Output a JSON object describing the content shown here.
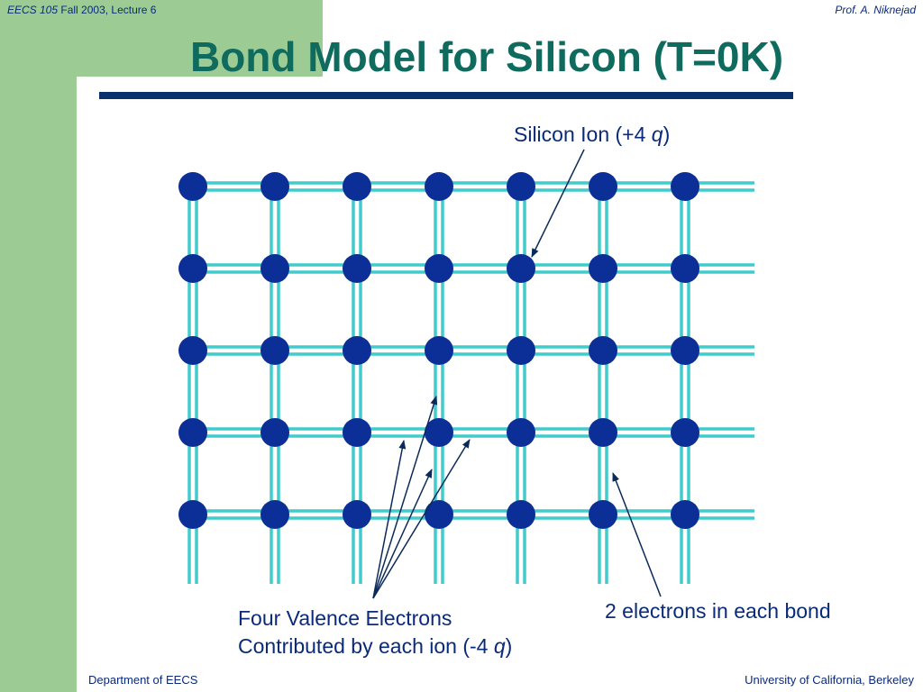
{
  "header": {
    "course_italic": "EECS 105",
    "course_rest": " Fall 2003, Lecture 6",
    "author": "Prof. A. Niknejad"
  },
  "title": "Bond Model for Silicon (T=0K)",
  "labels": {
    "silicon_ion_prefix": "Silicon Ion (+4 ",
    "silicon_ion_q": "q",
    "silicon_ion_suffix": ")",
    "valence_line1": "Four Valence Electrons",
    "valence_line2_prefix": "Contributed by each ion (-4 ",
    "valence_line2_q": "q",
    "valence_line2_suffix": ")",
    "bond_electrons": "2 electrons in each bond"
  },
  "footer": {
    "left": "Department of EECS",
    "right": "University of California, Berkeley"
  },
  "lattice": {
    "rows": 5,
    "columns": 7
  },
  "colors": {
    "ion": "#0b2f96",
    "bond": "#40cccc",
    "arrow": "#0a2a5a",
    "title": "#0e6b5e",
    "accent_green": "#9ccc94",
    "rule": "#0b2e6e"
  }
}
